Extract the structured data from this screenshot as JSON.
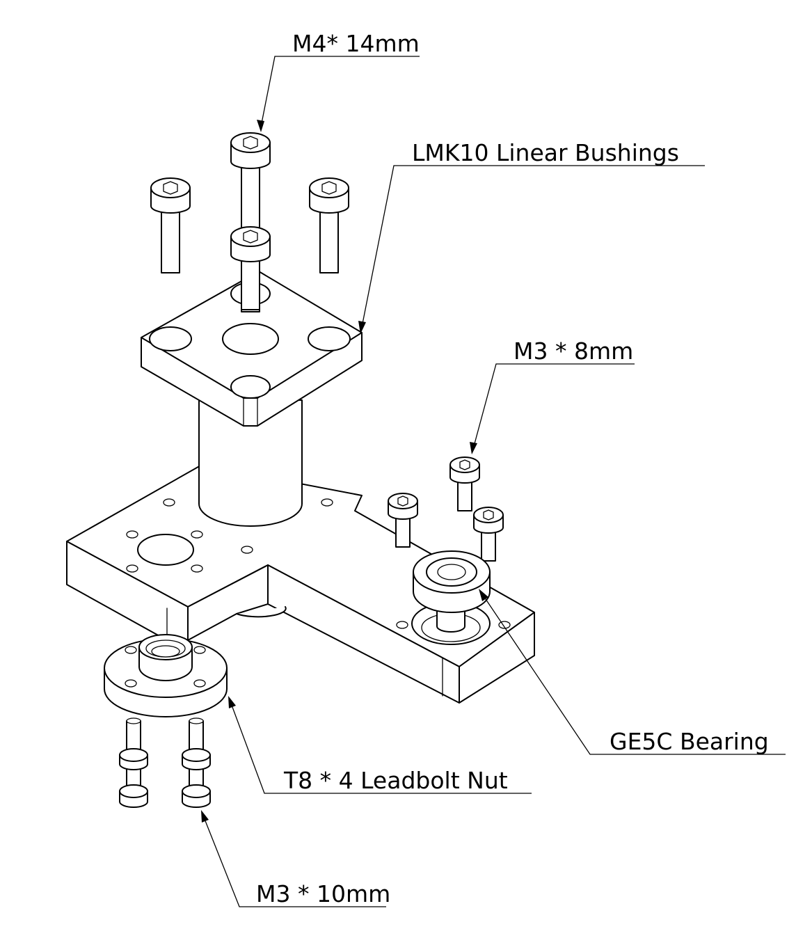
{
  "labels": {
    "m4_screw": "M4* 14mm",
    "lmk10": "LMK10 Linear Bushings",
    "m3_8": "M3 * 8mm",
    "ge5c": "GE5C Bearing",
    "t8_nut": "T8 * 4 Leadbolt Nut",
    "m3_10": "M3 * 10mm"
  }
}
